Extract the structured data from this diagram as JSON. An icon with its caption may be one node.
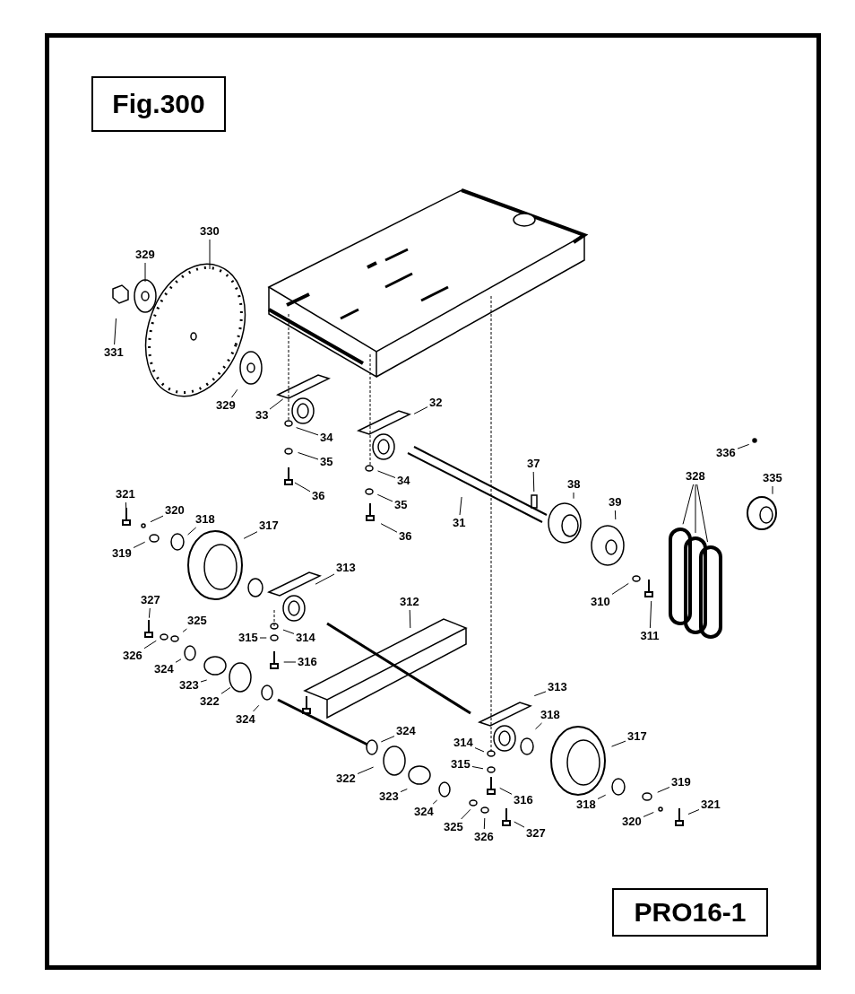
{
  "diagram": {
    "nodes": [
      {
        "text": [
          "Fig.300"
        ]
      },
      {
        "text": [
          "PRO16-1"
        ]
      },
      {
        "text": [
          "330"
        ]
      },
      {
        "text": [
          "329"
        ]
      },
      {
        "text": [
          "331"
        ]
      },
      {
        "text": [
          "329"
        ]
      },
      {
        "text": [
          "33"
        ]
      },
      {
        "text": [
          "32"
        ]
      },
      {
        "text": [
          "34"
        ]
      },
      {
        "text": [
          "35"
        ]
      },
      {
        "text": [
          "36"
        ]
      },
      {
        "text": [
          "34"
        ]
      },
      {
        "text": [
          "35"
        ]
      },
      {
        "text": [
          "36"
        ]
      },
      {
        "text": [
          "31"
        ]
      },
      {
        "text": [
          "37"
        ]
      },
      {
        "text": [
          "38"
        ]
      },
      {
        "text": [
          "39"
        ]
      },
      {
        "text": [
          "336"
        ]
      },
      {
        "text": [
          "328"
        ]
      },
      {
        "text": [
          "335"
        ]
      },
      {
        "text": [
          "321"
        ]
      },
      {
        "text": [
          "320"
        ]
      },
      {
        "text": [
          "318"
        ]
      },
      {
        "text": [
          "317"
        ]
      },
      {
        "text": [
          "319"
        ]
      },
      {
        "text": [
          "313"
        ]
      },
      {
        "text": [
          "310"
        ]
      },
      {
        "text": [
          "311"
        ]
      },
      {
        "text": [
          "312"
        ]
      },
      {
        "text": [
          "327"
        ]
      },
      {
        "text": [
          "325"
        ]
      },
      {
        "text": [
          "315"
        ]
      },
      {
        "text": [
          "314"
        ]
      },
      {
        "text": [
          "326"
        ]
      },
      {
        "text": [
          "324"
        ]
      },
      {
        "text": [
          "316"
        ]
      },
      {
        "text": [
          "323"
        ]
      },
      {
        "text": [
          "313"
        ]
      },
      {
        "text": [
          "322"
        ]
      },
      {
        "text": [
          "318"
        ]
      },
      {
        "text": [
          "324"
        ]
      },
      {
        "text": [
          "324"
        ]
      },
      {
        "text": [
          "317"
        ]
      },
      {
        "text": [
          "314"
        ]
      },
      {
        "text": [
          "315"
        ]
      },
      {
        "text": [
          "322"
        ]
      },
      {
        "text": [
          "319"
        ]
      },
      {
        "text": [
          "323"
        ]
      },
      {
        "text": [
          "316"
        ]
      },
      {
        "text": [
          "318"
        ]
      },
      {
        "text": [
          "321"
        ]
      },
      {
        "text": [
          "324"
        ]
      },
      {
        "text": [
          "320"
        ]
      },
      {
        "text": [
          "325"
        ]
      },
      {
        "text": [
          "326"
        ]
      },
      {
        "text": [
          "327"
        ]
      }
    ],
    "edges": [
      {
        "from": 2,
        "to": null,
        "arrow": "none"
      },
      {
        "from": 3,
        "to": null,
        "arrow": "none"
      },
      {
        "from": 4,
        "to": null,
        "arrow": "none"
      },
      {
        "from": 5,
        "to": null,
        "arrow": "none"
      },
      {
        "from": 6,
        "to": null,
        "arrow": "none"
      },
      {
        "from": 7,
        "to": null,
        "arrow": "none"
      },
      {
        "from": 8,
        "to": null,
        "arrow": "none"
      },
      {
        "from": 9,
        "to": null,
        "arrow": "none"
      },
      {
        "from": 10,
        "to": null,
        "arrow": "none"
      },
      {
        "from": 11,
        "to": null,
        "arrow": "none"
      },
      {
        "from": 12,
        "to": null,
        "arrow": "none"
      },
      {
        "from": 13,
        "to": null,
        "arrow": "none"
      },
      {
        "from": 14,
        "to": null,
        "arrow": "none"
      },
      {
        "from": 15,
        "to": null,
        "arrow": "none"
      },
      {
        "from": 16,
        "to": null,
        "arrow": "none"
      },
      {
        "from": 17,
        "to": null,
        "arrow": "none"
      },
      {
        "from": 18,
        "to": null,
        "arrow": "none"
      },
      {
        "from": 19,
        "to": null,
        "arrow": "none"
      },
      {
        "from": 19,
        "to": null,
        "arrow": "none"
      },
      {
        "from": 19,
        "to": null,
        "arrow": "none"
      },
      {
        "from": 20,
        "to": null,
        "arrow": "none"
      },
      {
        "from": 21,
        "to": null,
        "arrow": "none"
      },
      {
        "from": 22,
        "to": null,
        "arrow": "none"
      },
      {
        "from": 23,
        "to": null,
        "arrow": "none"
      },
      {
        "from": 24,
        "to": null,
        "arrow": "none"
      },
      {
        "from": 25,
        "to": null,
        "arrow": "none"
      },
      {
        "from": 26,
        "to": null,
        "arrow": "none"
      },
      {
        "from": 27,
        "to": null,
        "arrow": "none"
      },
      {
        "from": 28,
        "to": null,
        "arrow": "none"
      },
      {
        "from": 29,
        "to": null,
        "arrow": "none"
      },
      {
        "from": 30,
        "to": null,
        "arrow": "none"
      },
      {
        "from": 31,
        "to": null,
        "arrow": "none"
      },
      {
        "from": 32,
        "to": null,
        "arrow": "none"
      },
      {
        "from": 33,
        "to": null,
        "arrow": "none"
      },
      {
        "from": 34,
        "to": null,
        "arrow": "none"
      },
      {
        "from": 35,
        "to": null,
        "arrow": "none"
      },
      {
        "from": 36,
        "to": null,
        "arrow": "none"
      },
      {
        "from": 37,
        "to": null,
        "arrow": "none"
      },
      {
        "from": 38,
        "to": null,
        "arrow": "none"
      },
      {
        "from": 39,
        "to": null,
        "arrow": "none"
      },
      {
        "from": 40,
        "to": null,
        "arrow": "none"
      },
      {
        "from": 41,
        "to": null,
        "arrow": "none"
      },
      {
        "from": 42,
        "to": null,
        "arrow": "none"
      },
      {
        "from": 43,
        "to": null,
        "arrow": "none"
      },
      {
        "from": 44,
        "to": null,
        "arrow": "none"
      },
      {
        "from": 45,
        "to": null,
        "arrow": "none"
      },
      {
        "from": 46,
        "to": null,
        "arrow": "none"
      },
      {
        "from": 47,
        "to": null,
        "arrow": "none"
      },
      {
        "from": 48,
        "to": null,
        "arrow": "none"
      },
      {
        "from": 49,
        "to": null,
        "arrow": "none"
      },
      {
        "from": 50,
        "to": null,
        "arrow": "none"
      },
      {
        "from": 51,
        "to": null,
        "arrow": "none"
      },
      {
        "from": 52,
        "to": null,
        "arrow": "none"
      },
      {
        "from": 53,
        "to": null,
        "arrow": "none"
      },
      {
        "from": 54,
        "to": null,
        "arrow": "none"
      },
      {
        "from": 55,
        "to": null,
        "arrow": "none"
      },
      {
        "from": 56,
        "to": null,
        "arrow": "none"
      }
    ]
  }
}
